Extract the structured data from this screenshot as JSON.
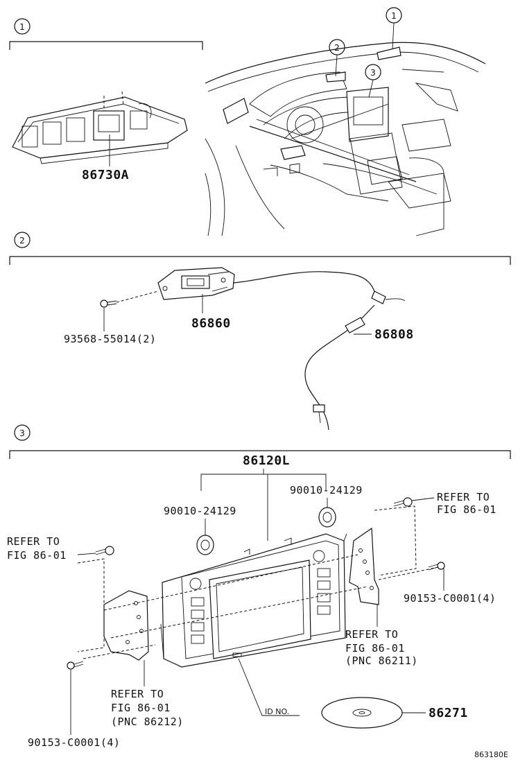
{
  "callouts": {
    "c1": "1",
    "c2": "2",
    "c3": "3"
  },
  "parts": {
    "p86730A": "86730A",
    "p86860": "86860",
    "p93568": "93568-55014(2)",
    "p86808": "86808",
    "p86120L": "86120L",
    "p90010_left": "90010-24129",
    "p90010_right": "90010-24129",
    "p90153_right": "90153-C0001(4)",
    "p90153_left": "90153-C0001(4)",
    "p86271": "86271"
  },
  "refs": {
    "ref_top_right_1": "REFER TO",
    "ref_top_right_2": "FIG 86-01",
    "ref_left_1": "REFER TO",
    "ref_left_2": "FIG 86-01",
    "ref_mid_right_1": "REFER TO",
    "ref_mid_right_2": "FIG 86-01",
    "ref_mid_right_3": "(PNC 86211)",
    "ref_bottom_1": "REFER TO",
    "ref_bottom_2": "FIG 86-01",
    "ref_bottom_3": "(PNC 86212)"
  },
  "id_no": "ID NO.",
  "figure_code": "863180E"
}
